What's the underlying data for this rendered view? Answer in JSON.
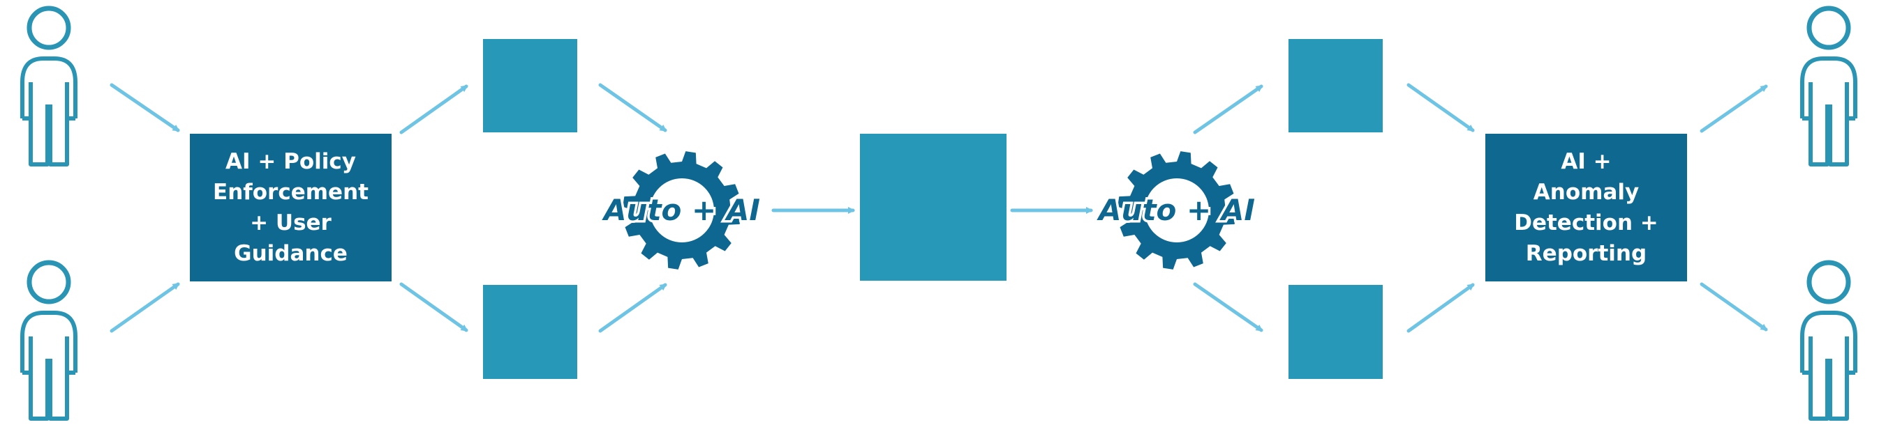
{
  "diagram": {
    "colors": {
      "dark_box": "#0f6890",
      "light_box": "#2798b8",
      "gear": "#0d6790",
      "arrow": "#6ec4e4",
      "person": "#2a94b4"
    },
    "left_process": {
      "label": "AI + Policy\nEnforcement\n+ User\nGuidance"
    },
    "right_process": {
      "label": "AI +\nAnomaly\nDetection +\nReporting"
    },
    "gear_left": {
      "label": "Auto + AI",
      "icon": "gear-icon"
    },
    "gear_right": {
      "label": "Auto + AI",
      "icon": "gear-icon"
    },
    "people": [
      {
        "icon": "person-icon"
      },
      {
        "icon": "person-icon"
      },
      {
        "icon": "person-icon"
      },
      {
        "icon": "person-icon"
      }
    ],
    "blank_boxes": 5
  }
}
